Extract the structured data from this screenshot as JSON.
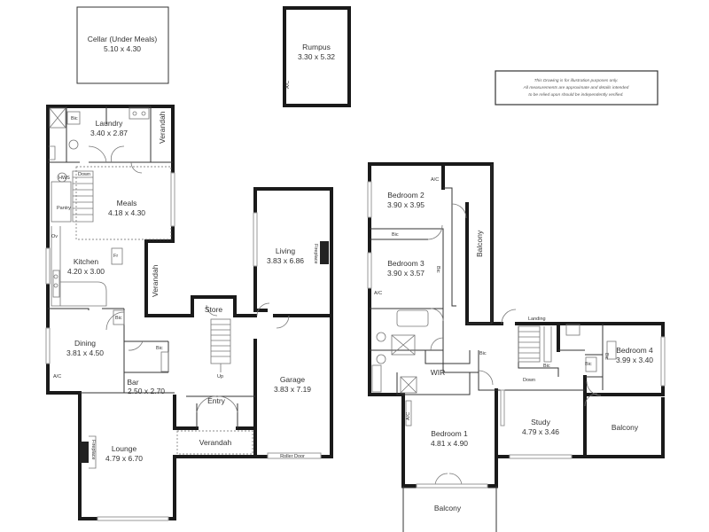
{
  "rooms": {
    "cellar": {
      "name": "Cellar (Under Meals)",
      "dims": "5.10 x 4.30"
    },
    "rumpus": {
      "name": "Rumpus",
      "dims": "3.30 x 5.32"
    },
    "laundry": {
      "name": "Laundry",
      "dims": "3.40 x 2.87"
    },
    "meals": {
      "name": "Meals",
      "dims": "4.18 x 4.30"
    },
    "kitchen": {
      "name": "Kitchen",
      "dims": "4.20 x 3.00"
    },
    "living": {
      "name": "Living",
      "dims": "3.83 x 6.86"
    },
    "dining": {
      "name": "Dining",
      "dims": "3.81 x 4.50"
    },
    "bar": {
      "name": "Bar",
      "dims": "2.50 x 2.70"
    },
    "garage": {
      "name": "Garage",
      "dims": "3.83 x 7.19"
    },
    "lounge": {
      "name": "Lounge",
      "dims": "4.79 x 6.70"
    },
    "bedroom2": {
      "name": "Bedroom 2",
      "dims": "3.90 x 3.95"
    },
    "bedroom3": {
      "name": "Bedroom 3",
      "dims": "3.90 x 3.57"
    },
    "bedroom4": {
      "name": "Bedroom 4",
      "dims": "3.99 x 3.40"
    },
    "bedroom1": {
      "name": "Bedroom 1",
      "dims": "4.81 x 4.90"
    },
    "study": {
      "name": "Study",
      "dims": "4.79 x 3.46"
    }
  },
  "labels": {
    "verandah": "Verandah",
    "store": "Store",
    "entry": "Entry",
    "up": "Up",
    "down": "Down",
    "roller_door": "Roller Door",
    "fireplace": "Fireplace",
    "balcony": "Balcony",
    "landing": "Landing",
    "wir": "WIR",
    "pantry": "Pantry",
    "bic": "Bic",
    "ac": "A/C",
    "hws": "HWS",
    "ov": "Ov",
    "fr": "Fr"
  },
  "disclaimer": [
    "This Drawing is for illustration purposes only.",
    "All measurements are approximate and details intended",
    "to be relied upon should be independently verified."
  ]
}
